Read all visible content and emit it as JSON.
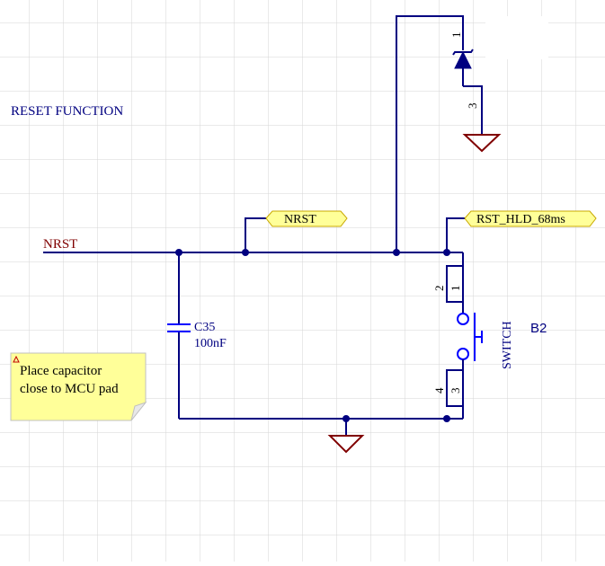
{
  "schematic": {
    "section_title": "RESET FUNCTION",
    "net_label_left": "NRST",
    "port_nrst": "NRST",
    "port_rst_hld": "RST_HLD_68ms",
    "capacitor": {
      "designator": "C35",
      "value": "100nF"
    },
    "switch": {
      "designator": "B2",
      "type_label": "SWITCH",
      "pin_top_a": "2",
      "pin_top_b": "1",
      "pin_bot_a": "4",
      "pin_bot_b": "3"
    },
    "diode": {
      "pin_top": "1",
      "pin_bottom": "3"
    },
    "note": {
      "line1": "Place capacitor",
      "line2": "close to MCU pad"
    }
  },
  "colors": {
    "wire": "#000080",
    "net_label": "#800000",
    "ground": "#800000",
    "port_fill": "#ffff99",
    "port_stroke": "#d4b200",
    "note_fill": "#ffff99",
    "grid": "#d8d8d8",
    "component": "#0000ff"
  }
}
